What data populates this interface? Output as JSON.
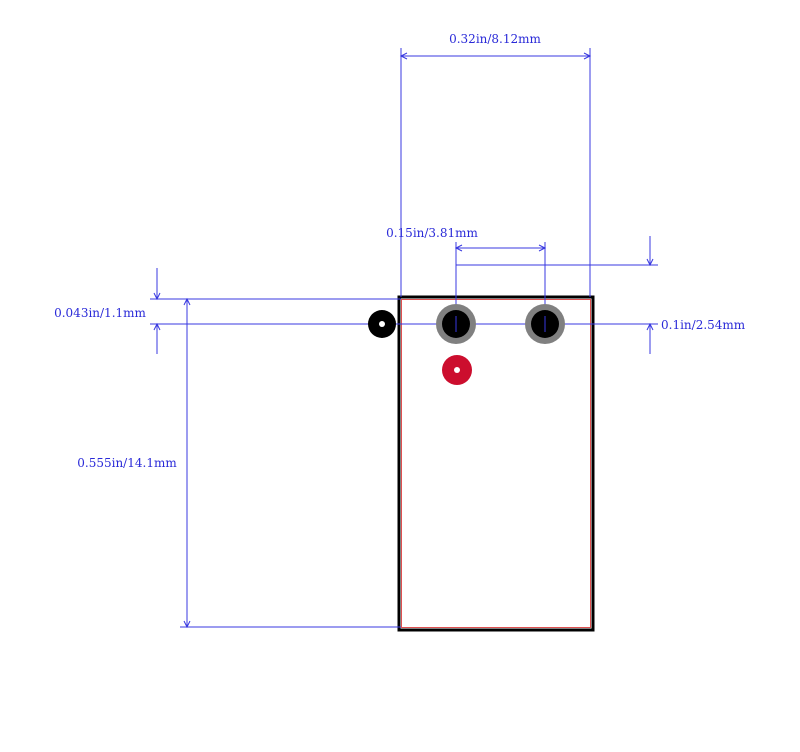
{
  "dimensions": {
    "overall_width": "0.32in/8.12mm",
    "pin_pitch_wide": "0.15in/3.81mm",
    "pin_offset_top": "0.043in/1.1mm",
    "pin_row_offset": "0.1in/2.54mm",
    "overall_height": "0.555in/14.1mm"
  },
  "colors": {
    "dimension": "#3838e0",
    "outline": "#000000",
    "courtyard": "#e05050",
    "pad_ring": "#808080",
    "pad_hole": "#000000",
    "marker": "#cc0e2e"
  }
}
